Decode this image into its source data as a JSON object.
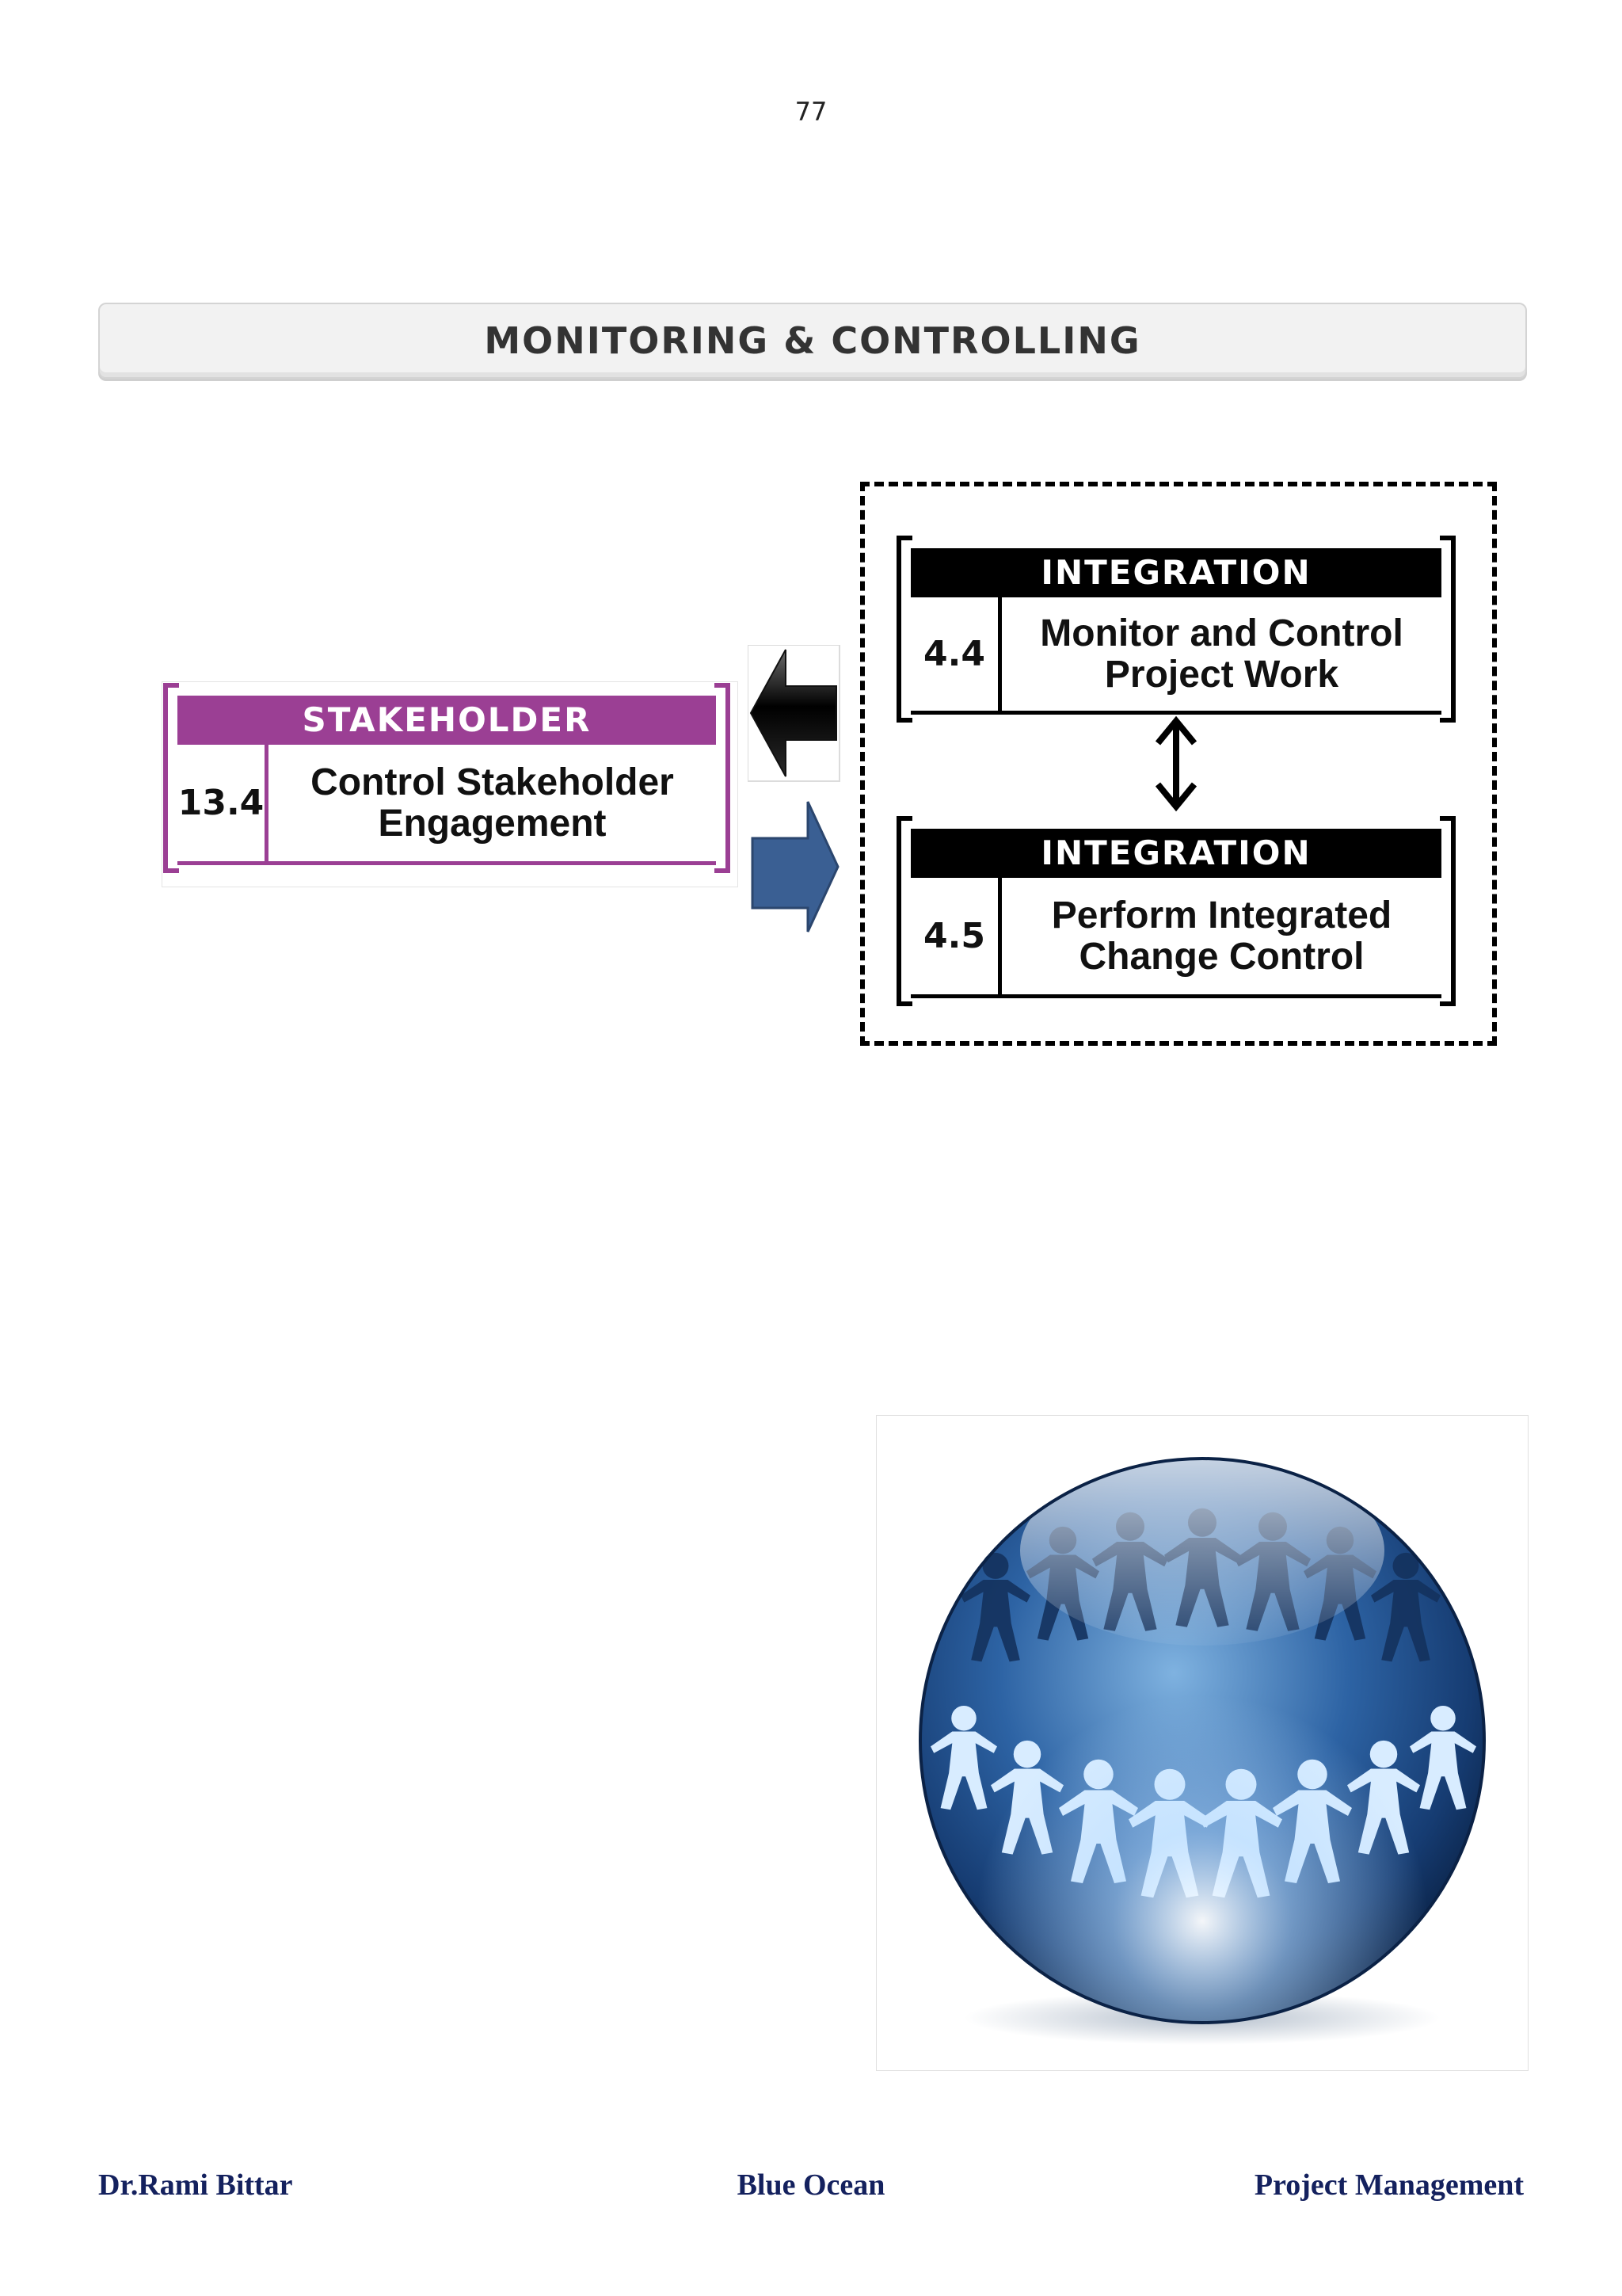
{
  "page_number": "77",
  "banner": {
    "title": "MONITORING & CONTROLLING"
  },
  "stakeholder_box": {
    "header": "STAKEHOLDER",
    "number": "13.4",
    "name": "Control Stakeholder Engagement"
  },
  "integration_boxes": [
    {
      "header": "INTEGRATION",
      "number": "4.4",
      "name": "Monitor and Control Project Work"
    },
    {
      "header": "INTEGRATION",
      "number": "4.5",
      "name": "Perform Integrated Change Control"
    }
  ],
  "colors": {
    "stakeholder": "#9b3f94",
    "integration": "#000000",
    "arrow_right": "#3a5f93",
    "arrow_left": "#111111",
    "footer_text": "#14215e"
  },
  "icons": {
    "arrow_left": "left-arrow-icon",
    "arrow_right": "right-arrow-icon",
    "double_arrow": "vertical-double-arrow-icon",
    "globe": "people-globe-icon"
  },
  "footer": {
    "left": "Dr.Rami Bittar",
    "center": "Blue Ocean",
    "right": "Project Management"
  }
}
